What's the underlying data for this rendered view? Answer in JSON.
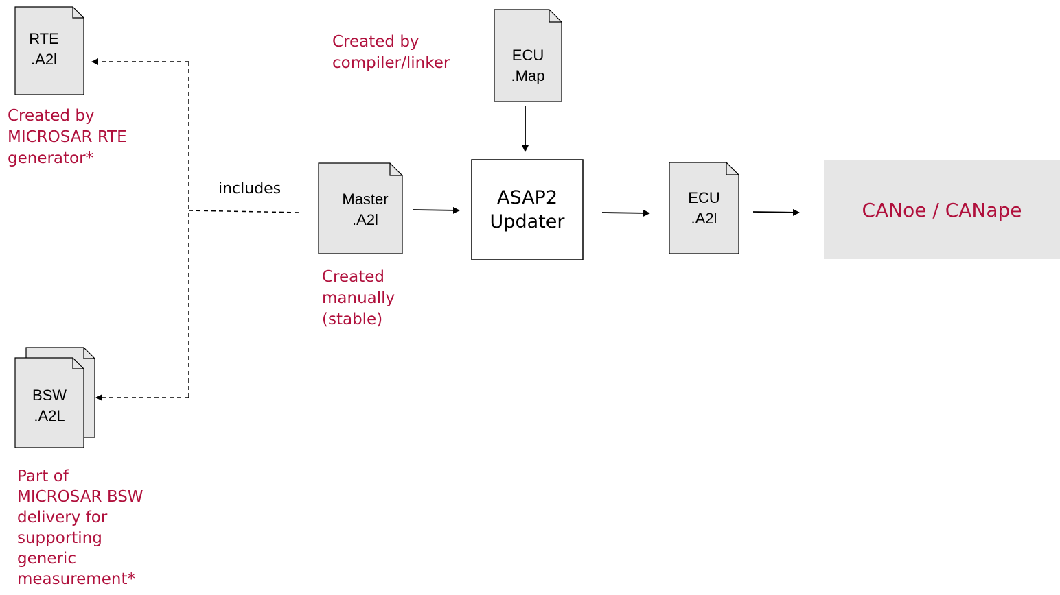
{
  "colors": {
    "accent": "#b0103c",
    "doc_fill": "#e6e6e6",
    "tool_fill": "#e6e6e6"
  },
  "icons": [
    "document-icon",
    "document-stack-icon"
  ],
  "documents": {
    "rte": {
      "line1": "RTE",
      "line2": ".A2l"
    },
    "bsw": {
      "line1": "BSW",
      "line2": ".A2L"
    },
    "master": {
      "line1": "Master",
      "line2": ".A2l"
    },
    "ecu_map": {
      "line1": "ECU",
      "line2": ".Map"
    },
    "ecu_a2l": {
      "line1": "ECU",
      "line2": ".A2l"
    }
  },
  "process": {
    "line1": "ASAP2",
    "line2": "Updater"
  },
  "tool": {
    "label": "CANoe / CANape"
  },
  "connector": {
    "includes": "includes"
  },
  "notes": {
    "rte": [
      "Created by",
      "MICROSAR RTE",
      "generator*"
    ],
    "map": [
      "Created by",
      "compiler/linker"
    ],
    "master": [
      "Created",
      "manually",
      "(stable)"
    ],
    "bsw": [
      "Part of",
      "MICROSAR BSW",
      "delivery for",
      "supporting",
      "generic",
      "measurement*"
    ]
  }
}
